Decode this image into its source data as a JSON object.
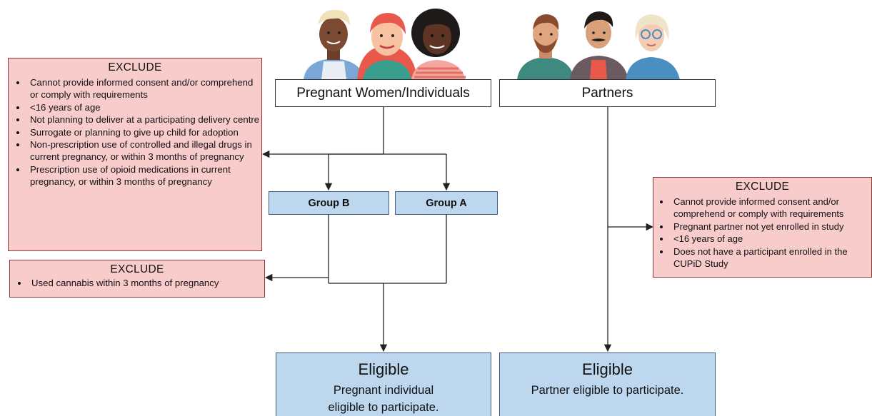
{
  "pregnant": {
    "label": "Pregnant Women/Individuals"
  },
  "partners": {
    "label": "Partners"
  },
  "exclude_pregnant": {
    "title": "EXCLUDE",
    "items": [
      "Cannot provide informed consent and/or comprehend or comply with requirements",
      "<16 years of age",
      "Not planning to deliver at a participating delivery centre",
      "Surrogate or planning to give up child for adoption",
      "Non-prescription use of controlled and illegal drugs in current pregnancy, or within 3 months of pregnancy",
      "Prescription use of opioid medications in current pregnancy, or within 3 months of pregnancy"
    ]
  },
  "exclude_cannabis": {
    "title": "EXCLUDE",
    "items": [
      "Used cannabis within 3 months of pregnancy"
    ]
  },
  "exclude_partners": {
    "title": "EXCLUDE",
    "items": [
      "Cannot provide informed consent and/or comprehend or comply with requirements",
      "Pregnant partner not yet enrolled in study",
      "<16 years of age",
      "Does not have a participant enrolled in the CUPiD Study"
    ]
  },
  "group_b": {
    "label": "Group B"
  },
  "group_a": {
    "label": "Group A"
  },
  "eligible_pregnant": {
    "title": "Eligible",
    "line1": "Pregnant individual",
    "line2": "eligible to participate."
  },
  "eligible_partner": {
    "title": "Eligible",
    "line1": "Partner eligible to participate."
  },
  "colors": {
    "exclude_fill": "#f9cccc",
    "group_fill": "#bdd7ee",
    "line": "#222222"
  }
}
